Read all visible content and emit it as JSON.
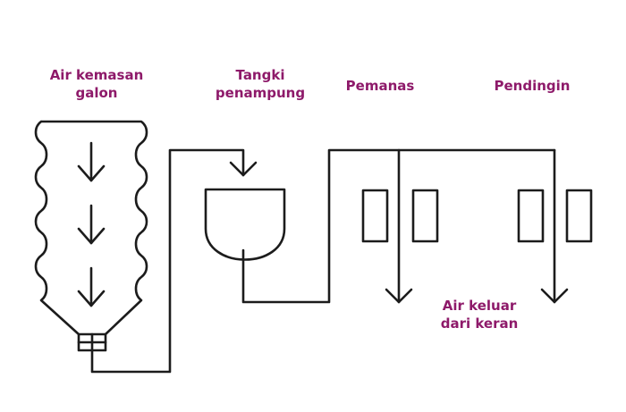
{
  "colors": {
    "label": "#8e1a6a",
    "line": "#1c1c1c"
  },
  "labels": {
    "galon": [
      "Air kemasan",
      "galon"
    ],
    "tangki": [
      "Tangki",
      "penampung"
    ],
    "pemanas": "Pemanas",
    "pendingin": "Pendingin",
    "keluar": [
      "Air keluar",
      "dari keran"
    ]
  }
}
